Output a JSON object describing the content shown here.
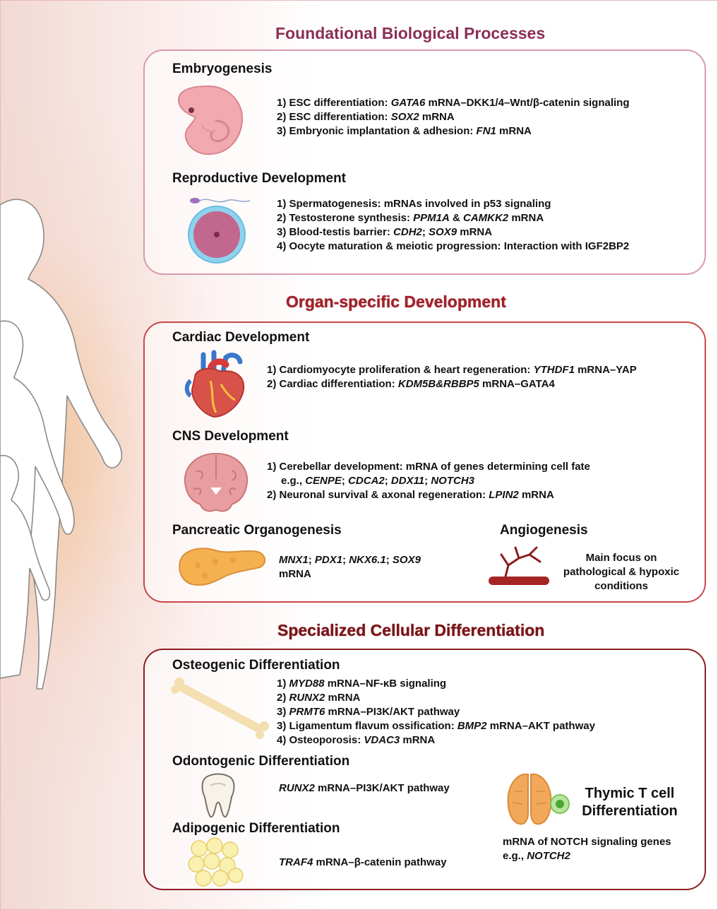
{
  "sections": {
    "foundational": {
      "title": "Foundational Biological Processes",
      "embryogenesis": {
        "heading": "Embryogenesis",
        "l1_pre": "1) ESC differentiation: ",
        "l1_gene": "GATA6",
        "l1_post": " mRNA–DKK1/4–Wnt/β-catenin signaling",
        "l2_pre": "2) ESC differentiation: ",
        "l2_gene": "SOX2",
        "l2_post": " mRNA",
        "l3_pre": "3) Embryonic implantation & adhesion: ",
        "l3_gene": "FN1",
        "l3_post": " mRNA"
      },
      "reproductive": {
        "heading": "Reproductive Development",
        "l1": "1) Spermatogenesis: mRNAs involved in p53 signaling",
        "l2_pre": "2) Testosterone synthesis: ",
        "l2_gene1": "PPM1A",
        "l2_mid": " & ",
        "l2_gene2": "CAMKK2",
        "l2_post": " mRNA",
        "l3_pre": "3) Blood-testis barrier: ",
        "l3_gene1": "CDH2",
        "l3_mid": "; ",
        "l3_gene2": "SOX9",
        "l3_post": " mRNA",
        "l4": "4) Oocyte maturation & meiotic progression: Interaction with IGF2BP2"
      }
    },
    "organ": {
      "title": "Organ-specific Development",
      "cardiac": {
        "heading": "Cardiac Development",
        "l1_pre": "1) Cardiomyocyte proliferation & heart regeneration: ",
        "l1_gene": "YTHDF1",
        "l1_post": " mRNA–YAP",
        "l2_pre": "2) Cardiac differentiation: ",
        "l2_gene": "KDM5B&RBBP5",
        "l2_post": " mRNA–GATA4"
      },
      "cns": {
        "heading": "CNS Development",
        "l1": "1) Cerebellar development: mRNA of genes determining cell fate",
        "l1b_pre": "e.g., ",
        "g1": "CENPE",
        "s1": "; ",
        "g2": "CDCA2",
        "s2": "; ",
        "g3": "DDX11",
        "s3": "; ",
        "g4": "NOTCH3",
        "l2_pre": "2) Neuronal survival & axonal regeneration: ",
        "l2_gene": "LPIN2",
        "l2_post": " mRNA"
      },
      "pancreatic": {
        "heading": "Pancreatic Organogenesis",
        "g1": "MNX1",
        "s1": "; ",
        "g2": "PDX1",
        "s2": "; ",
        "g3": "NKX6.1",
        "s3": "; ",
        "g4": "SOX9",
        "l2": "mRNA"
      },
      "angiogenesis": {
        "heading": "Angiogenesis",
        "l1": "Main focus on",
        "l2": "pathological & hypoxic",
        "l3": "conditions"
      }
    },
    "cellular": {
      "title": "Specialized Cellular Differentiation",
      "osteogenic": {
        "heading": "Osteogenic Differentiation",
        "l1_pre": "1) ",
        "l1_gene": "MYD88",
        "l1_post": " mRNA–NF-κB signaling",
        "l2_pre": "2) ",
        "l2_gene": "RUNX2",
        "l2_post": " mRNA",
        "l3_pre": "3) ",
        "l3_gene": "PRMT6",
        "l3_post": " mRNA–PI3K/AKT pathway",
        "l4_pre": "3) Ligamentum flavum ossification: ",
        "l4_gene": "BMP2",
        "l4_post": " mRNA–AKT pathway",
        "l5_pre": "4) Osteoporosis: ",
        "l5_gene": "VDAC3",
        "l5_post": " mRNA"
      },
      "odontogenic": {
        "heading": "Odontogenic Differentiation",
        "gene": "RUNX2",
        "post": " mRNA–PI3K/AKT pathway"
      },
      "adipogenic": {
        "heading": "Adipogenic Differentiation",
        "gene": "TRAF4",
        "post": " mRNA–β-catenin pathway"
      },
      "thymic": {
        "heading1": "Thymic T cell",
        "heading2": "Differentiation",
        "l1": "mRNA of NOTCH signaling genes",
        "l2_pre": "e.g., ",
        "l2_gene": "NOTCH2"
      }
    }
  },
  "colors": {
    "title1": "#8a2f55",
    "title2": "#a3202a",
    "title3": "#7a1418",
    "box1": "#d99aae",
    "box2": "#c9474a",
    "box3": "#8e1e22"
  },
  "icons": [
    "embryo-icon",
    "sperm-icon",
    "oocyte-icon",
    "heart-icon",
    "brain-icon",
    "pancreas-icon",
    "blood-vessel-icon",
    "bone-icon",
    "tooth-icon",
    "adipocytes-icon",
    "thymus-icon",
    "t-cell-icon",
    "human-silhouettes"
  ]
}
